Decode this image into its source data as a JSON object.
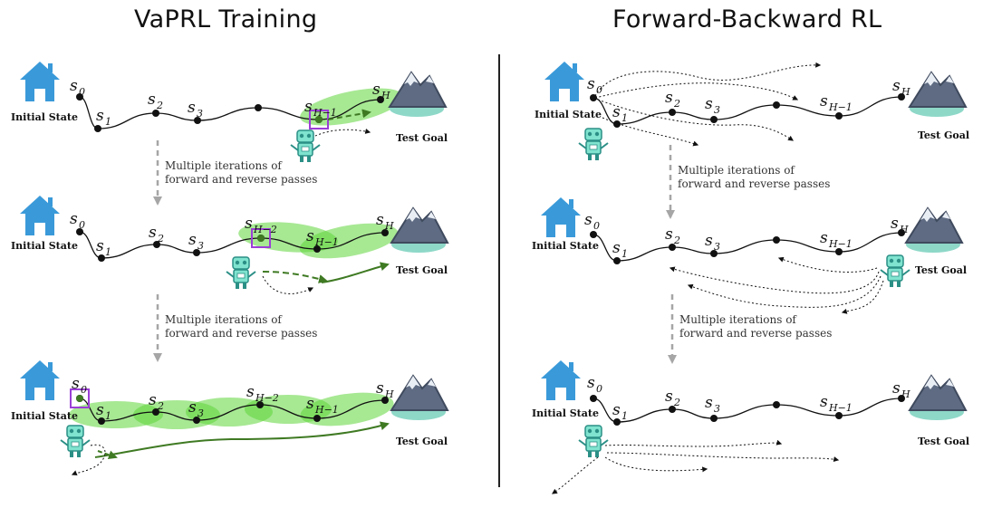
{
  "titles": {
    "left": "VaPRL Training",
    "right": "Forward-Backward RL"
  },
  "labels": {
    "initial_state": "Initial State",
    "test_goal": "Test Goal",
    "iterations_line1": "Multiple iterations of",
    "iterations_line2": "forward and reverse passes"
  },
  "states": {
    "s0": "s",
    "s0_sub": "0",
    "s1": "s",
    "s1_sub": "1",
    "s2": "s",
    "s2_sub": "2",
    "s3": "s",
    "s3_sub": "3",
    "sH1": "s",
    "sH1_sub": "H−1",
    "sH2": "s",
    "sH2_sub": "H−2",
    "sH": "s",
    "sH_sub": "H"
  },
  "colors": {
    "house": "#3a9ad9",
    "mountain": "#5e6b82",
    "mountain_snow": "#e9eef5",
    "mountain_base": "#8ed8c8",
    "robot": "#7fe3cf",
    "robot_dark": "#2b8f86",
    "highlight_green": "#5fd63a",
    "arrow_green": "#3f7a23",
    "selector_box": "#9b3fd6",
    "arrow_gray": "#a6a6a6"
  },
  "icons": [
    "house-icon",
    "mountain-icon",
    "robot-icon"
  ]
}
